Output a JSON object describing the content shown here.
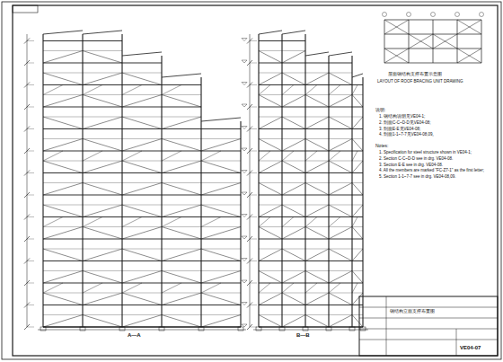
{
  "diagram": {
    "labels": [
      "A—A",
      "B—B",
      "屋面钢结构支撑布置示意图",
      "LAYOUT OF ROOF BRACING UNIT DRAWING",
      "说明:",
      "1. 钢结构说明见VE04-1;",
      "2. 剖面C-C~D-D见VE04-08;",
      "3. 剖面E-E见VE04-08;",
      "4. 剖面1-1~7-7见VE04-08,09。",
      "Notes:",
      "1. Specification for steel structure shown in VE04-1;",
      "2. Section C-C~D-D see in drg. VE04-08.",
      "3. Section E-E see in drg. VE04-08.",
      "4. All the members are marked \"FC-Z7-1\" as the first letter;",
      "5. Section 1-1~7-7 see in drg. VE04-08,09.",
      "钢结构立面支撑布置图",
      "VE04-07"
    ]
  }
}
